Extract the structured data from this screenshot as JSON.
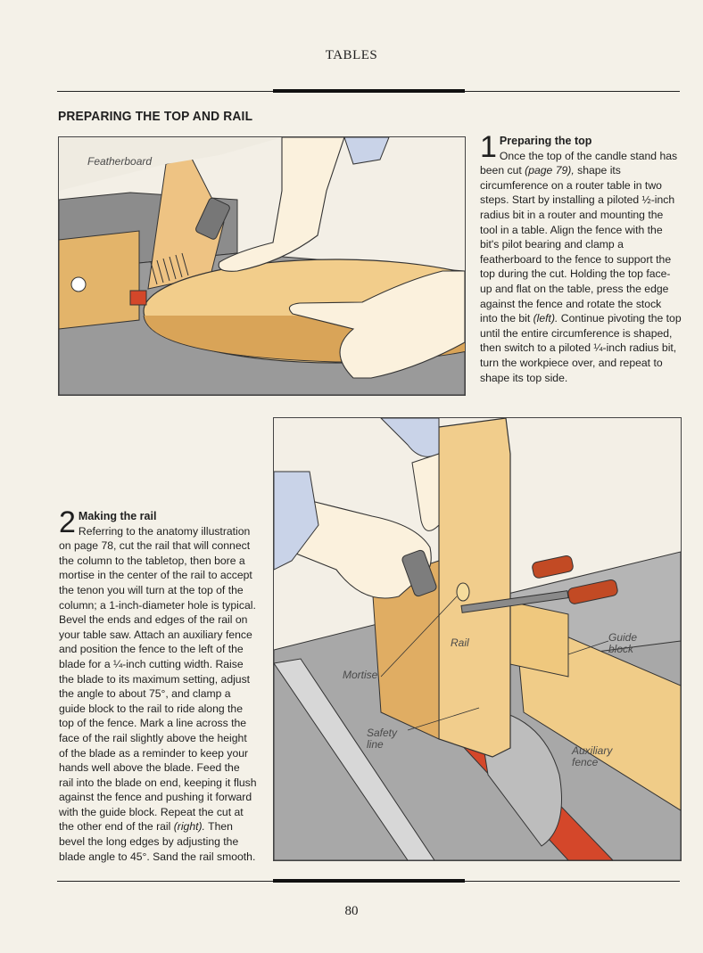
{
  "header": {
    "title": "TABLES"
  },
  "section": {
    "heading": "PREPARING THE TOP AND RAIL"
  },
  "step1": {
    "number": "1",
    "title": "Preparing the top",
    "text_a": "Once the top of the candle stand has been cut ",
    "ref_a": "(page 79),",
    "text_b": " shape its circumference on a router table in two steps. Start by installing a piloted ½-inch radius bit in a router and mounting the tool in a table. Align the fence with the bit's pilot bearing and clamp a featherboard to the fence to support the top during the cut. Holding the top face-up and flat on the table, press the edge against the fence and rotate the stock into the bit ",
    "ref_b": "(left).",
    "text_c": " Continue pivoting the top until the entire circumference is shaped, then switch to a piloted ¼-inch radius bit, turn the workpiece over, and repeat to shape its top side."
  },
  "figure1": {
    "label_featherboard": "Featherboard"
  },
  "step2": {
    "number": "2",
    "title": "Making the rail",
    "text_a": "Referring to the anatomy illustration on page 78, cut the rail that will connect the column to the tabletop, then bore a mortise in the center of the rail to accept the tenon you will turn at the top of the column; a 1-inch-diameter hole is typical. Bevel the ends and edges of the rail on your table saw. Attach an auxiliary fence and position the fence to the left of the blade for a ¼-inch cutting width. Raise the blade to its maximum setting, adjust the angle to about 75°, and clamp a guide block to the rail to ride along the top of the fence. Mark a line across the face of the rail slightly above the height of the blade as a reminder to keep your hands well above the blade. Feed the rail into the blade on end, keeping it flush against the fence and pushing it forward with the guide block. Repeat the cut at the other end of the rail ",
    "ref_a": "(right).",
    "text_b": " Then bevel the long edges by adjusting the blade angle to 45°. Sand the rail smooth."
  },
  "figure2": {
    "label_rail": "Rail",
    "label_mortise": "Mortise",
    "label_safety_1": "Safety",
    "label_safety_2": "line",
    "label_guide_1": "Guide",
    "label_guide_2": "block",
    "label_aux_1": "Auxiliary",
    "label_aux_2": "fence"
  },
  "footer": {
    "page_number": "80"
  },
  "colors": {
    "paper": "#f4f1e8",
    "wood": "#ecc98a",
    "wood_dark": "#c8964f",
    "metal_gray": "#8f8f8f",
    "blade_red": "#d4472a",
    "skin": "#fbf1dd",
    "sleeve": "#c9d3e8"
  }
}
